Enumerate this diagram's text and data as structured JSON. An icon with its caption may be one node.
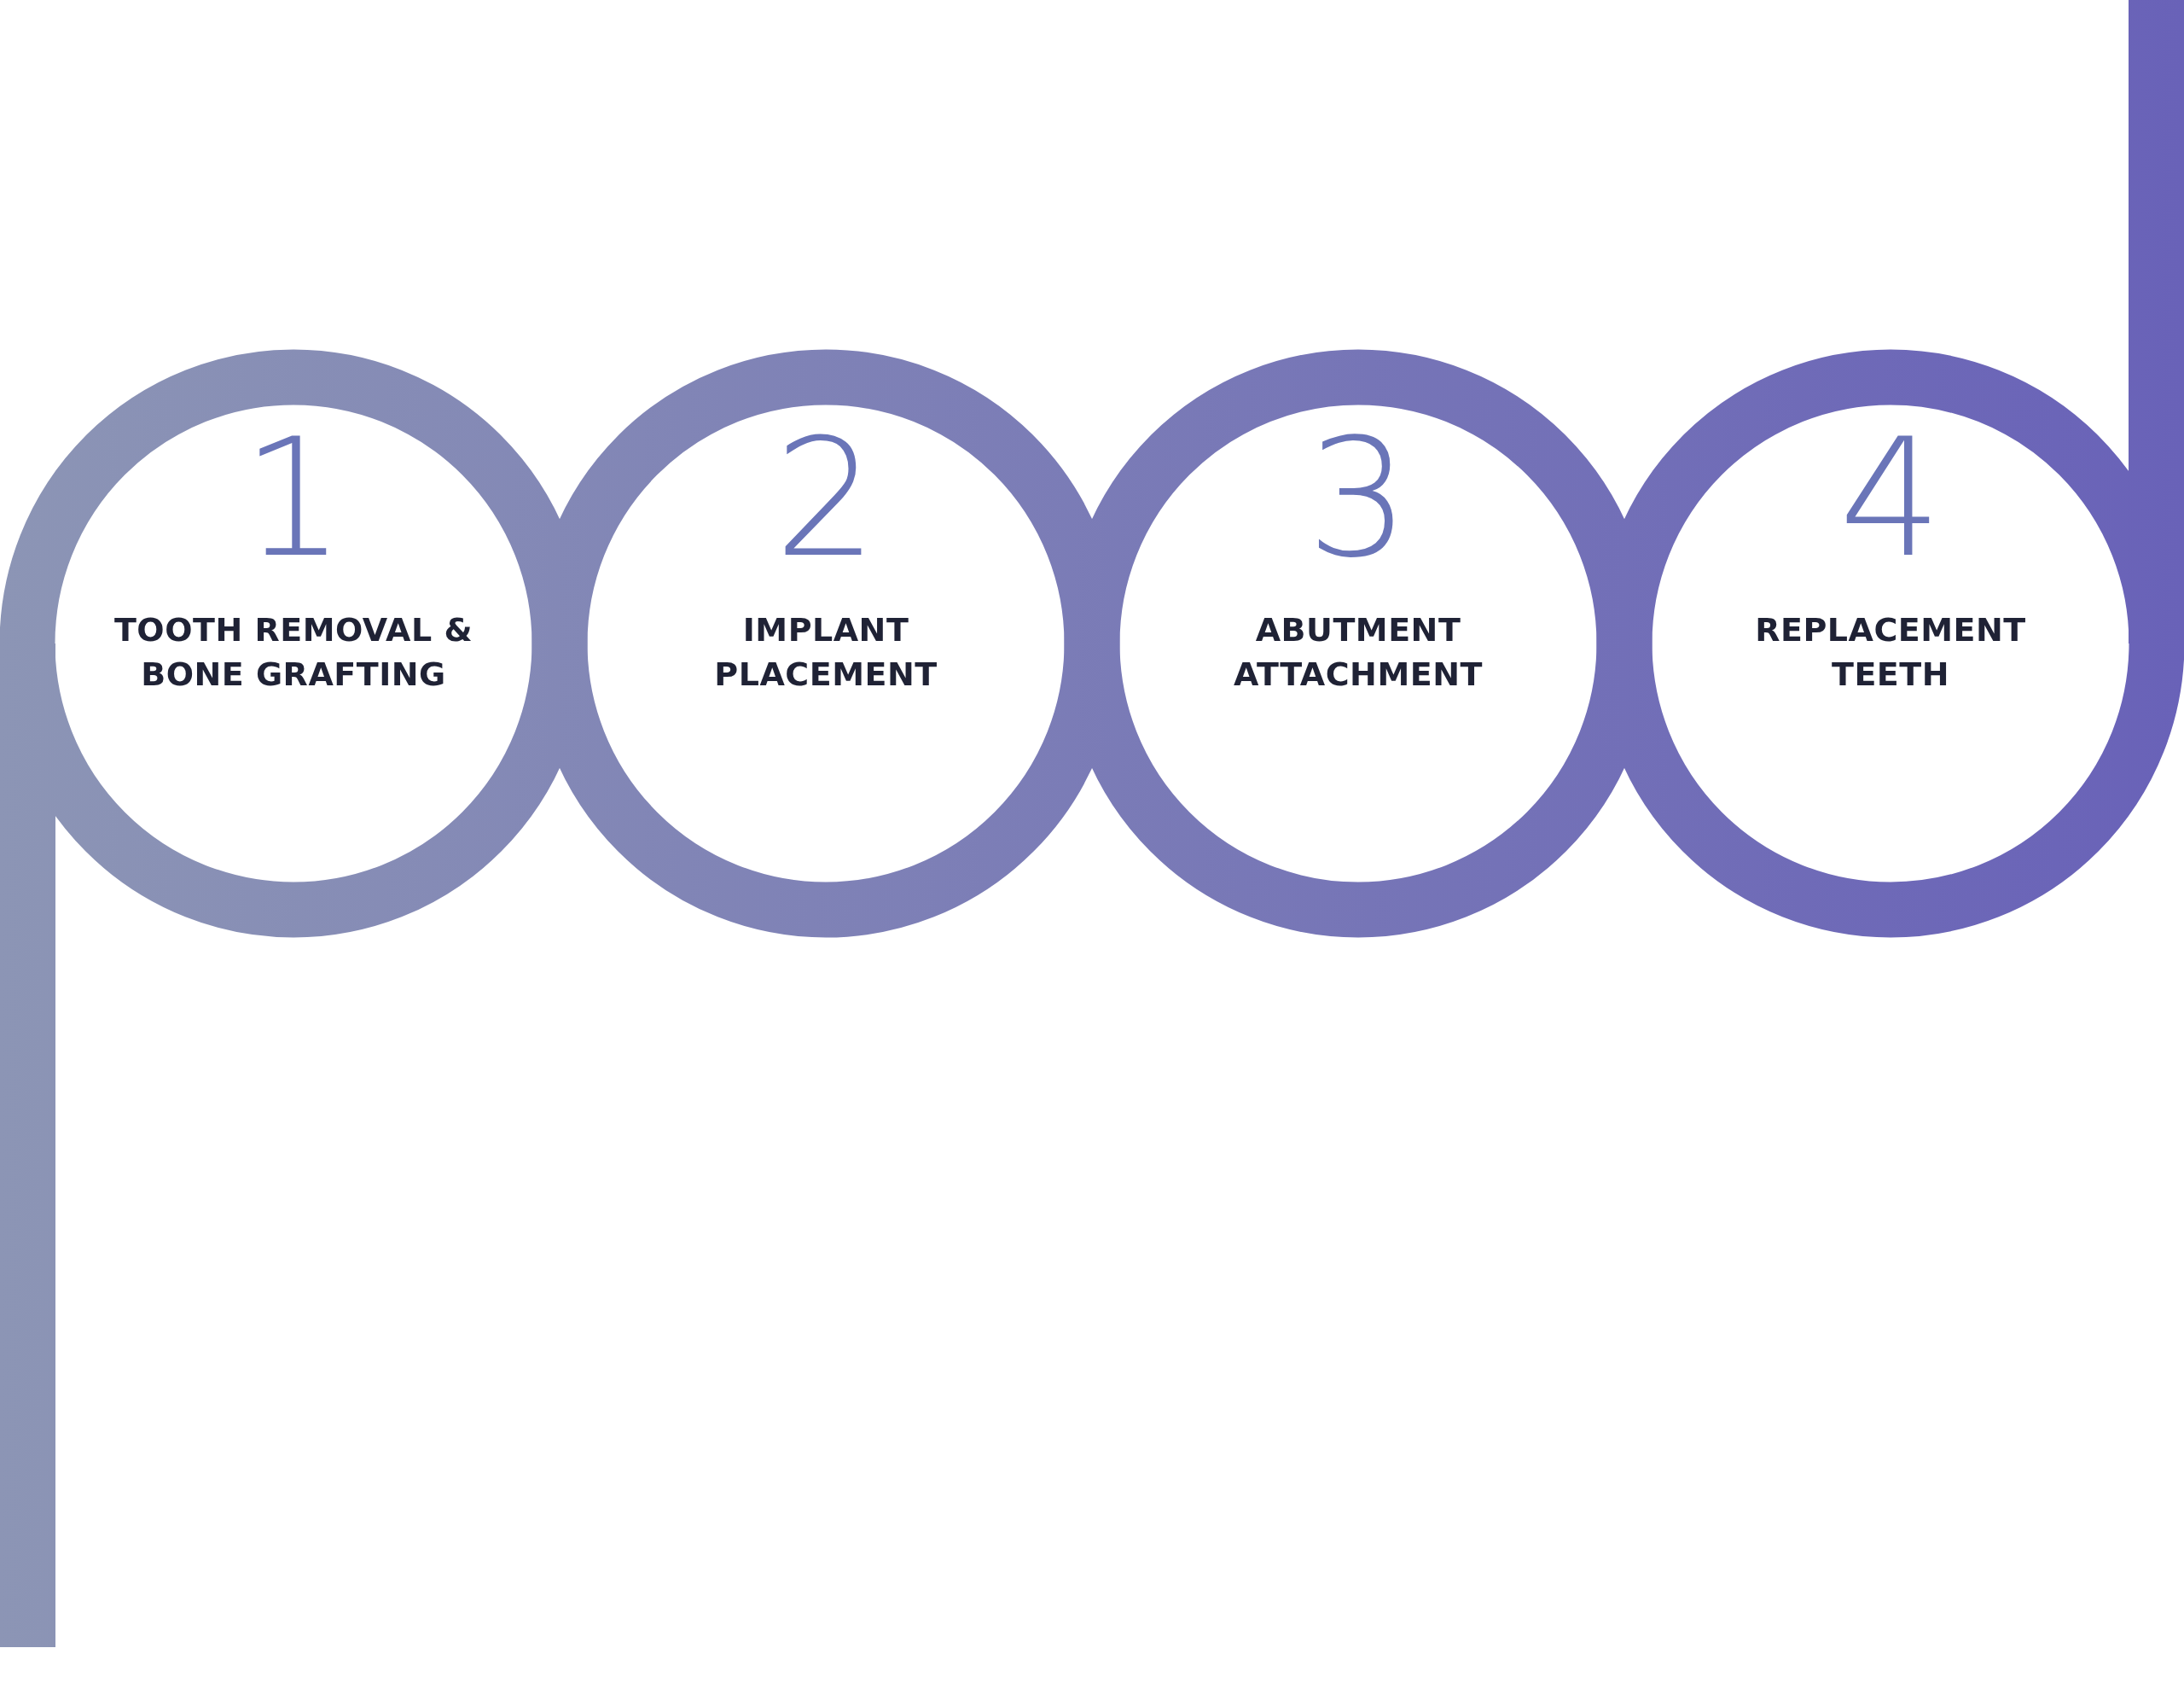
{
  "diagram": {
    "nodes": [
      {
        "text": [
          "1",
          "TOOTH REMOVAL & BONE GRAFTING"
        ]
      },
      {
        "text": [
          "2",
          "IMPLANT PLACEMENT"
        ]
      },
      {
        "text": [
          "3",
          "ABUTMENT ATTACHMENT"
        ]
      },
      {
        "text": [
          "4",
          "REPLACEMENT TEETH"
        ]
      }
    ]
  }
}
